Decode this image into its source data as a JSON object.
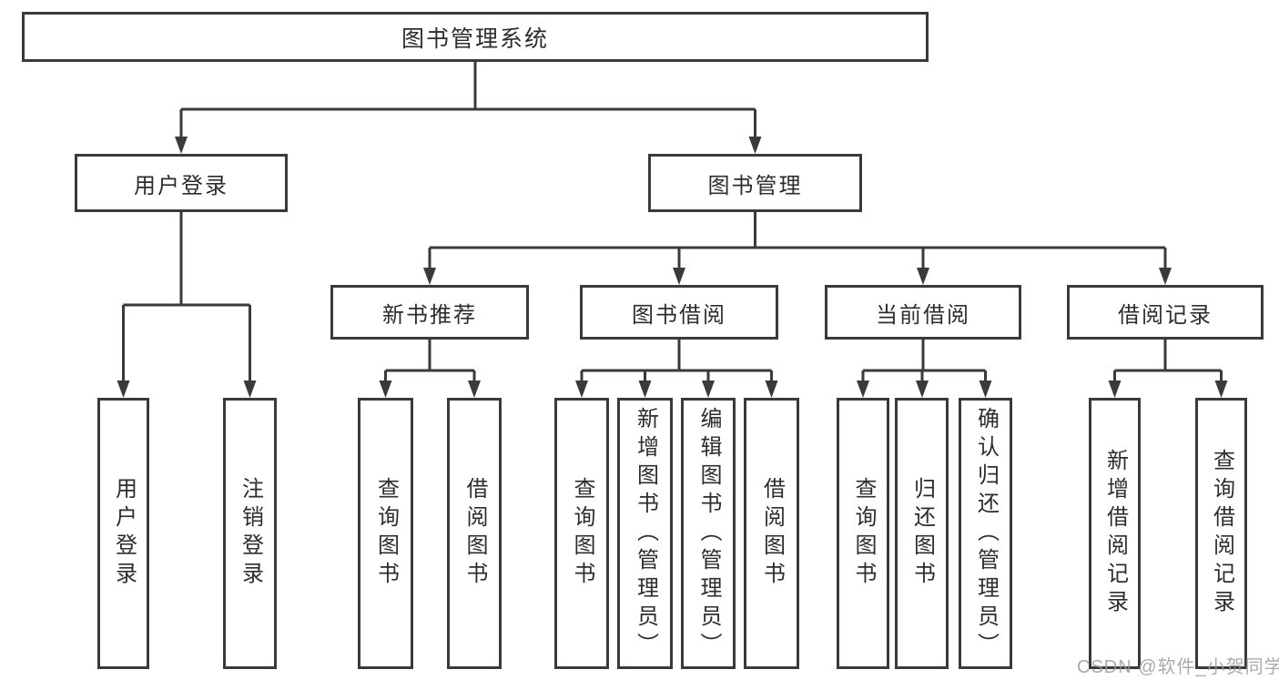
{
  "tree": {
    "root": {
      "label": "图书管理系统"
    },
    "branches": [
      {
        "label": "用户登录",
        "leaves": [
          "用户登录",
          "注销登录"
        ]
      },
      {
        "label": "图书管理",
        "children": [
          {
            "label": "新书推荐",
            "leaves": [
              "查询图书",
              "借阅图书"
            ]
          },
          {
            "label": "图书借阅",
            "leaves": [
              "查询图书",
              "新增图书（管理员）",
              "编辑图书（管理员）",
              "借阅图书"
            ]
          },
          {
            "label": "当前借阅",
            "leaves": [
              "查询图书",
              "归还图书",
              "确认归还（管理员）"
            ]
          },
          {
            "label": "借阅记录",
            "leaves": [
              "新增借阅记录",
              "查询借阅记录"
            ]
          }
        ]
      }
    ]
  },
  "watermark": "CSDN @软件_小贺同学",
  "colors": {
    "line": "#3a3a3a",
    "text": "#2d2d2d",
    "box_background": "#ffffff",
    "watermark": "#9b9b9b"
  }
}
